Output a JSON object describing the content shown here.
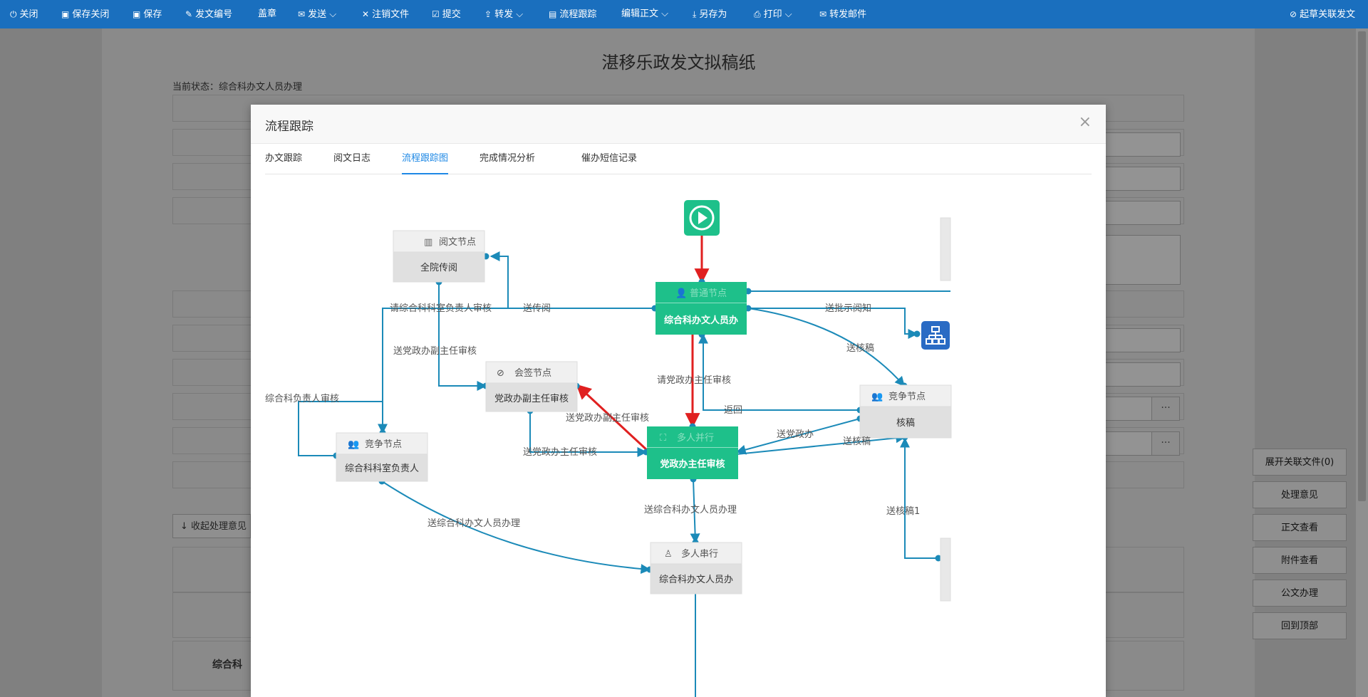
{
  "toolbar": {
    "items": [
      "关闭",
      "保存关闭",
      "保存",
      "发文编号",
      "盖章",
      "发送",
      "注销文件",
      "提交",
      "转发",
      "流程跟踪",
      "编辑正文",
      "另存为",
      "打印",
      "转发邮件"
    ],
    "right": "起草关联发文"
  },
  "doc": {
    "title": "湛移乐政发文拟稿纸",
    "status": "当前状态：综合科办文人员办理",
    "collapse": "收起处理意见",
    "row_label": "综合科"
  },
  "sidebar": {
    "buttons": [
      "展开关联文件(0)",
      "处理意见",
      "正文查看",
      "附件查看",
      "公文办理",
      "回到顶部"
    ]
  },
  "modal": {
    "title": "流程跟踪",
    "close": "×",
    "tabs": [
      "办文跟踪",
      "阅文日志",
      "流程跟踪图",
      "完成情况分析",
      "催办短信记录"
    ]
  },
  "flow": {
    "nodes": {
      "read": {
        "type": "阅文节点",
        "name": "全院传阅"
      },
      "normal": {
        "type": "普通节点",
        "name": "综合科办文人员办"
      },
      "cosign": {
        "type": "会签节点",
        "name": "党政办副主任审核"
      },
      "compete_r": {
        "type": "竞争节点",
        "name": "核稿"
      },
      "compete_l": {
        "type": "竞争节点",
        "name": "综合科科室负责人"
      },
      "parallel": {
        "type": "多人并行",
        "name": "党政办主任审核"
      },
      "serial": {
        "type": "多人串行",
        "name": "综合科办文人员办"
      }
    },
    "labels": {
      "l1": "请综合科科室负责人审核",
      "l2": "送传阅",
      "l3": "送批示阅知",
      "l4": "送核稿",
      "l5": "送党政办副主任审核",
      "l6": "请党政办主任审核",
      "l7": "返回",
      "l8": "综合科负责人审核",
      "l9": "送党政办副主任审核",
      "l10": "送党政办",
      "l11": "送核稿",
      "l12": "送党政办主任审核",
      "l13": "送综合科办文人员办理",
      "l14": "送综合科办文人员办理",
      "l15": "送核稿1"
    }
  },
  "colors": {
    "topbar": "#1a6fbe",
    "active": "#1ec08a",
    "line": "#1b8ab8",
    "red": "#e02020",
    "node_head": "#f0f0f0",
    "node_body": "#e0e0e0"
  }
}
